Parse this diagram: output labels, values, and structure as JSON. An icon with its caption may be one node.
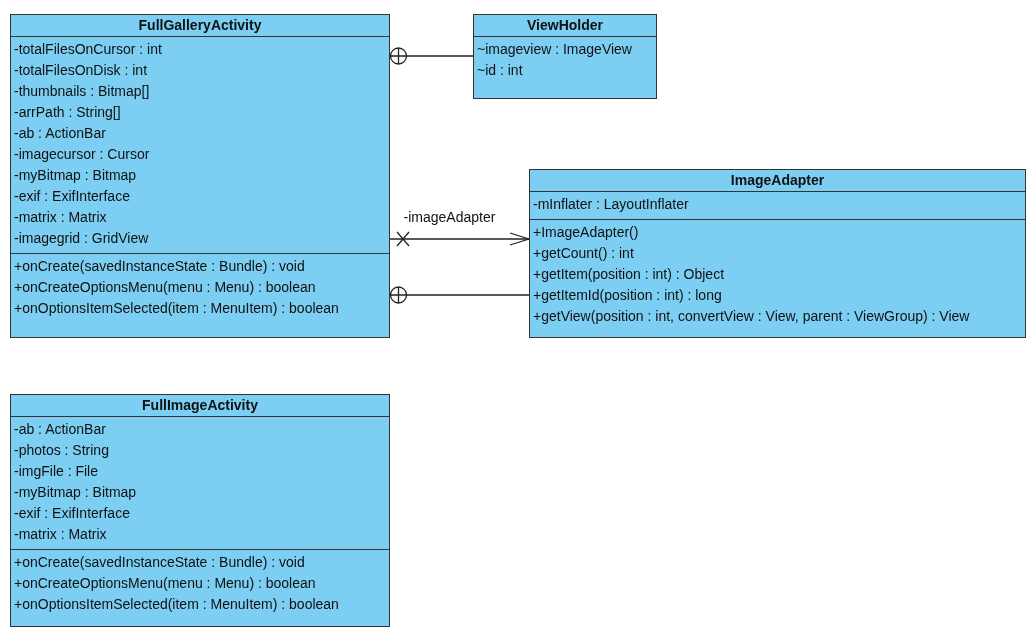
{
  "diagram": {
    "nodes": [
      {
        "text": [
          "FullGalleryActivity",
          "-totalFilesOnCursor : int",
          "-totalFilesOnDisk : int",
          "-thumbnails : Bitmap[]",
          "-arrPath : String[]",
          "-ab : ActionBar",
          "-imagecursor : Cursor",
          "-myBitmap : Bitmap",
          "-exif : ExifInterface",
          "-matrix : Matrix",
          "-imagegrid : GridView",
          "+onCreate(savedInstanceState : Bundle) : void",
          "+onCreateOptionsMenu(menu : Menu) : boolean",
          "+onOptionsItemSelected(item : MenuItem) : boolean"
        ]
      },
      {
        "text": [
          "ViewHolder",
          "~imageview : ImageView",
          "~id : int"
        ]
      },
      {
        "text": [
          "ImageAdapter",
          "-mInflater : LayoutInflater",
          "+ImageAdapter()",
          "+getCount() : int",
          "+getItem(position : int) : Object",
          "+getItemId(position : int) : long",
          "+getView(position : int, convertView : View, parent : ViewGroup) : View"
        ]
      },
      {
        "text": [
          "FullImageActivity",
          "-ab : ActionBar",
          "-photos : String",
          "-imgFile : File",
          "-myBitmap : Bitmap",
          "-exif : ExifInterface",
          "-matrix : Matrix",
          "+onCreate(savedInstanceState : Bundle) : void",
          "+onCreateOptionsMenu(menu : Menu) : boolean",
          "+onOptionsItemSelected(item : MenuItem) : boolean"
        ]
      }
    ],
    "edges": [
      {
        "from": 0,
        "to": 1,
        "arrow": "other"
      },
      {
        "from": 0,
        "to": 2,
        "arrow": "to",
        "label": "-imageAdapter"
      },
      {
        "from": 0,
        "to": 2,
        "arrow": "other"
      }
    ]
  }
}
